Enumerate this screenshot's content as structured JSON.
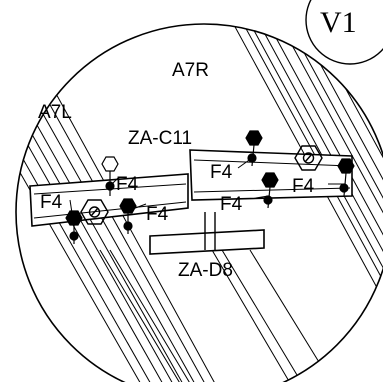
{
  "view": {
    "label": "V1"
  },
  "parts": {
    "rail_right": "A7R",
    "rail_left": "A7L",
    "upper_plate": "ZA-C11",
    "lower_plate": "ZA-D8"
  },
  "fasteners": {
    "label": "F4",
    "callout_count": 6
  },
  "colors": {
    "line": "#000000",
    "background": "#ffffff"
  }
}
